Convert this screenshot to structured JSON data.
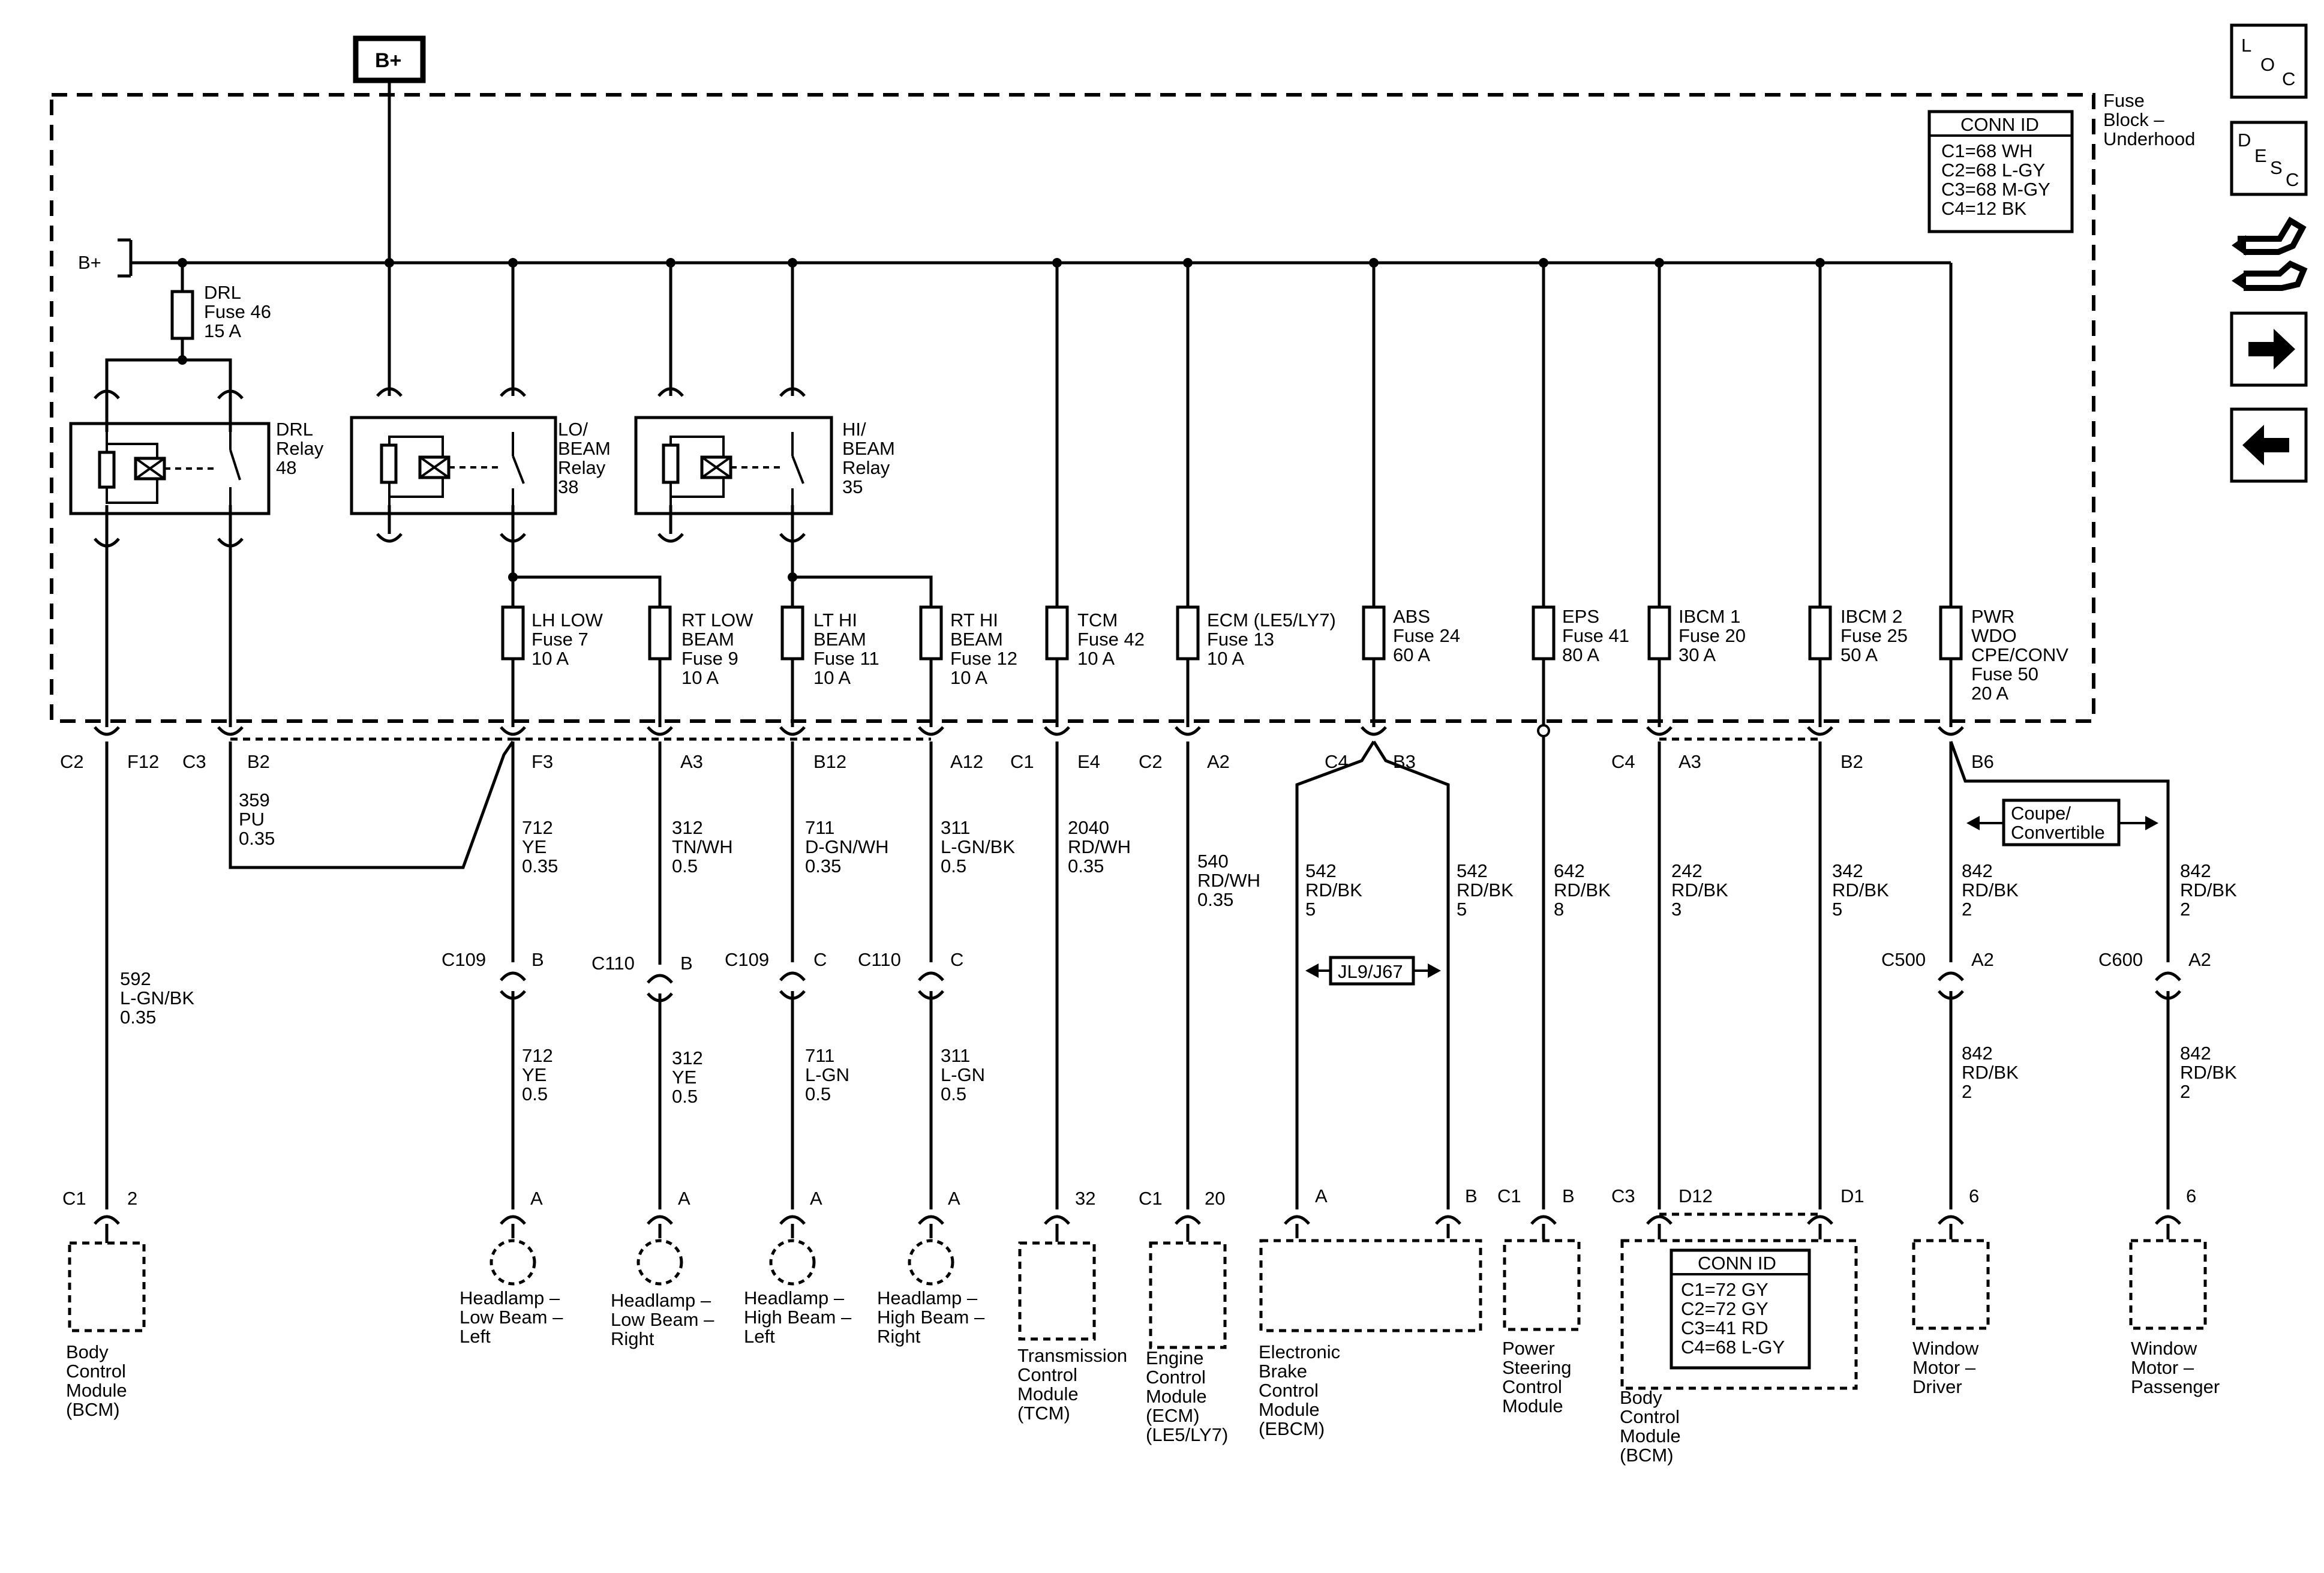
{
  "supply": {
    "top_label": "B+",
    "left_label": "B+"
  },
  "fuse_block": {
    "title": [
      "Fuse",
      "Block –",
      "Underhood"
    ]
  },
  "conn_id_top": {
    "title": "CONN ID",
    "lines": [
      "C1=68 WH",
      "C2=68 L-GY",
      "C3=68 M-GY",
      "C4=12 BK"
    ]
  },
  "conn_id_bcm": {
    "title": "CONN ID",
    "lines": [
      "C1=72 GY",
      "C2=72 GY",
      "C3=41 RD",
      "C4=68 L-GY"
    ]
  },
  "relays": {
    "drl": [
      "DRL",
      "Relay",
      "48"
    ],
    "lo": [
      "LO/",
      "BEAM",
      "Relay",
      "38"
    ],
    "hi": [
      "HI/",
      "BEAM",
      "Relay",
      "35"
    ]
  },
  "fuses": {
    "drl": [
      "DRL",
      "Fuse 46",
      "15 A"
    ],
    "lh_low": [
      "LH LOW",
      "Fuse 7",
      "10 A"
    ],
    "rt_low": [
      "RT LOW",
      "BEAM",
      "Fuse 9",
      "10 A"
    ],
    "lt_hi": [
      "LT HI",
      "BEAM",
      "Fuse 11",
      "10 A"
    ],
    "rt_hi": [
      "RT HI",
      "BEAM",
      "Fuse 12",
      "10 A"
    ],
    "tcm": [
      "TCM",
      "Fuse 42",
      "10 A"
    ],
    "ecm": [
      "ECM (LE5/LY7)",
      "Fuse 13",
      "10 A"
    ],
    "abs": [
      "ABS",
      "Fuse 24",
      "60 A"
    ],
    "eps": [
      "EPS",
      "Fuse 41",
      "80 A"
    ],
    "ibcm1": [
      "IBCM 1",
      "Fuse 20",
      "30 A"
    ],
    "ibcm2": [
      "IBCM 2",
      "Fuse 25",
      "50 A"
    ],
    "pwr": [
      "PWR",
      "WDO",
      "CPE/CONV",
      "Fuse 50",
      "20 A"
    ]
  },
  "block_pins": {
    "c2": "C2",
    "f12": "F12",
    "c3": "C3",
    "b2a": "B2",
    "f3": "F3",
    "a3a": "A3",
    "b12": "B12",
    "a12": "A12",
    "c1": "C1",
    "e4": "E4",
    "c2b": "C2",
    "a2": "A2",
    "c4a": "C4",
    "b3": "B3",
    "c4b": "C4",
    "a3b": "A3",
    "b2b": "B2",
    "b6": "B6"
  },
  "wires": {
    "w592": [
      "592",
      "L-GN/BK",
      "0.35"
    ],
    "w359": [
      "359",
      "PU",
      "0.35"
    ],
    "w712a": [
      "712",
      "YE",
      "0.35"
    ],
    "w312a": [
      "312",
      "TN/WH",
      "0.5"
    ],
    "w711a": [
      "711",
      "D-GN/WH",
      "0.35"
    ],
    "w311a": [
      "311",
      "L-GN/BK",
      "0.5"
    ],
    "w2040": [
      "2040",
      "RD/WH",
      "0.35"
    ],
    "w540": [
      "540",
      "RD/WH",
      "0.35"
    ],
    "w542a": [
      "542",
      "RD/BK",
      "5"
    ],
    "w542b": [
      "542",
      "RD/BK",
      "5"
    ],
    "w642": [
      "642",
      "RD/BK",
      "8"
    ],
    "w242": [
      "242",
      "RD/BK",
      "3"
    ],
    "w342": [
      "342",
      "RD/BK",
      "5"
    ],
    "w842a": [
      "842",
      "RD/BK",
      "2"
    ],
    "w842b": [
      "842",
      "RD/BK",
      "2"
    ],
    "w712b": [
      "712",
      "YE",
      "0.5"
    ],
    "w312b": [
      "312",
      "YE",
      "0.5"
    ],
    "w711b": [
      "711",
      "L-GN",
      "0.5"
    ],
    "w311b": [
      "311",
      "L-GN",
      "0.5"
    ],
    "w842c": [
      "842",
      "RD/BK",
      "2"
    ],
    "w842d": [
      "842",
      "RD/BK",
      "2"
    ]
  },
  "inline_connectors": {
    "c109a": "C109",
    "b_a": "B",
    "c110a": "C110",
    "b_b": "B",
    "c109b": "C109",
    "c_a": "C",
    "c110b": "C110",
    "c_b": "C",
    "c500": "C500",
    "a2a": "A2",
    "c600": "C600",
    "a2b": "A2"
  },
  "option_labels": {
    "jl9": "JL9/J67",
    "coupe": [
      "Coupe/",
      "Convertible"
    ]
  },
  "component_pins": {
    "bcm_c1": "C1",
    "bcm_2": "2",
    "hl1_a": "A",
    "hl2_a": "A",
    "hl3_a": "A",
    "hl4_a": "A",
    "tcm_32": "32",
    "ecm_c1": "C1",
    "ecm_20": "20",
    "ebcm_a": "A",
    "ebcm_b": "B",
    "eps_c1": "C1",
    "eps_b": "B",
    "bcm2_c3": "C3",
    "bcm2_d12": "D12",
    "bcm2_d1": "D1",
    "wmd_6": "6",
    "wmp_6": "6"
  },
  "components": {
    "bcm1": [
      "Body",
      "Control",
      "Module",
      "(BCM)"
    ],
    "hl_low_left": [
      "Headlamp –",
      "Low Beam –",
      "Left"
    ],
    "hl_low_right": [
      "Headlamp –",
      "Low Beam –",
      "Right"
    ],
    "hl_high_left": [
      "Headlamp –",
      "High Beam –",
      "Left"
    ],
    "hl_high_right": [
      "Headlamp –",
      "High Beam –",
      "Right"
    ],
    "tcm": [
      "Transmission",
      "Control",
      "Module",
      "(TCM)"
    ],
    "ecm": [
      "Engine",
      "Control",
      "Module",
      "(ECM)",
      "(LE5/LY7)"
    ],
    "ebcm": [
      "Electronic",
      "Brake",
      "Control",
      "Module",
      "(EBCM)"
    ],
    "psc": [
      "Power",
      "Steering",
      "Control",
      "Module"
    ],
    "bcm2": [
      "Body",
      "Control",
      "Module",
      "(BCM)"
    ],
    "wm_driver": [
      "Window",
      "Motor –",
      "Driver"
    ],
    "wm_passenger": [
      "Window",
      "Motor –",
      "Passenger"
    ]
  },
  "nav": {
    "loc": [
      "L",
      "O",
      "C"
    ],
    "desc": [
      "D",
      "E",
      "S",
      "C"
    ]
  }
}
